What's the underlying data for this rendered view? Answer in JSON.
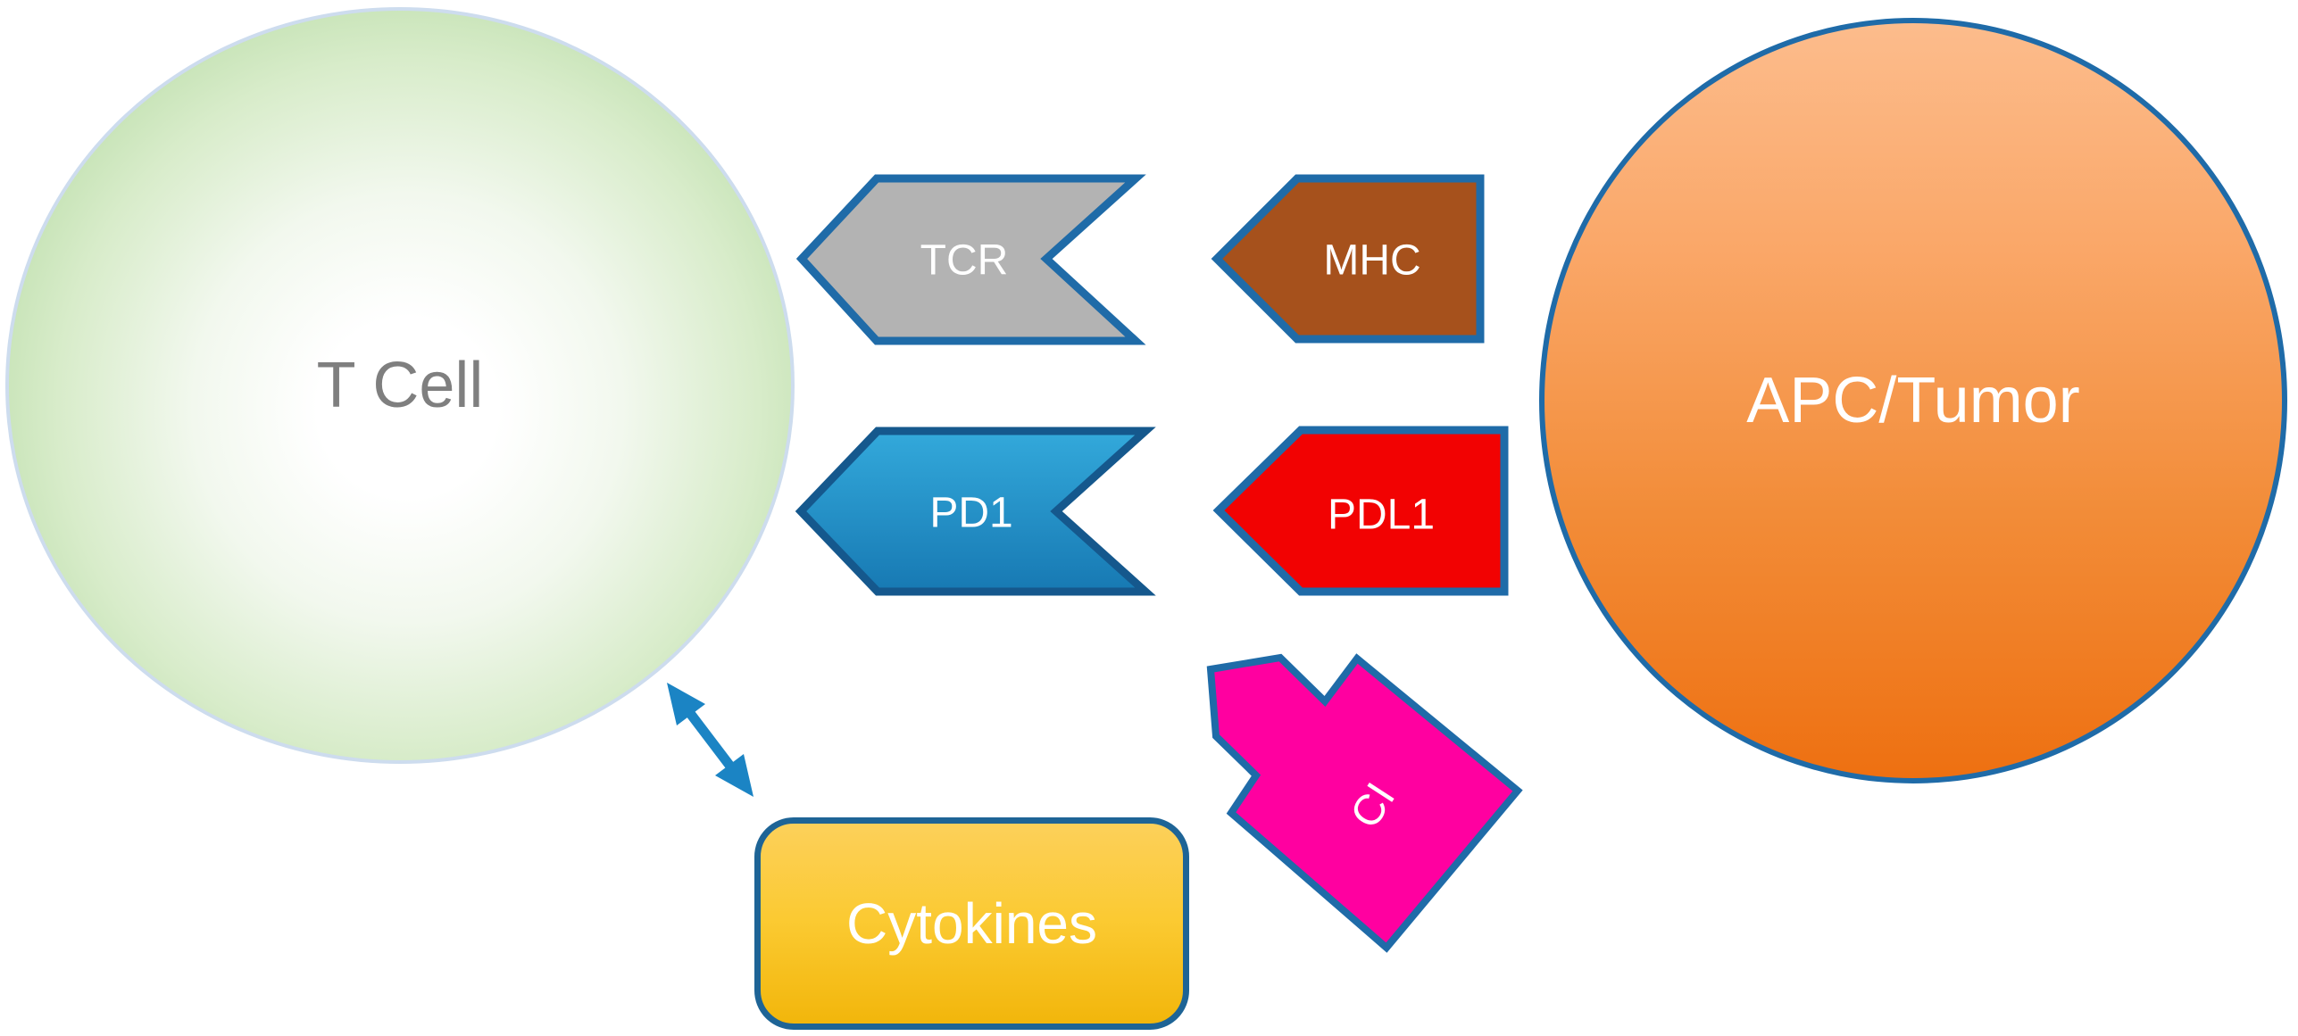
{
  "diagram": {
    "background": "#ffffff",
    "shape_border_color": "#1f6ba8",
    "nodes": {
      "t_cell": {
        "label": "T Cell",
        "shape": "circle",
        "fill_center": "#ffffff",
        "fill_edge": "#a8d598",
        "border_color": "#cddcee",
        "text_color": "#7f7f7f"
      },
      "apc_tumor": {
        "label": "APC/Tumor",
        "shape": "circle",
        "fill_top": "#fcbc8c",
        "fill_bottom": "#ee7011",
        "border_color": "#1f6ba8",
        "text_color": "#ffffff"
      },
      "tcr": {
        "label": "TCR",
        "shape": "chevron-arrow-left",
        "fill": "#b3b3b3",
        "text_color": "#ffffff"
      },
      "mhc": {
        "label": "MHC",
        "shape": "pentagon-arrow-left",
        "fill": "#a6511c",
        "text_color": "#ffffff"
      },
      "pd1": {
        "label": "PD1",
        "shape": "chevron-arrow-left",
        "fill_top": "#33a9db",
        "fill_bottom": "#1779b3",
        "text_color": "#ffffff"
      },
      "pdl1": {
        "label": "PDL1",
        "shape": "pentagon-arrow-left",
        "fill": "#f20202",
        "text_color": "#ffffff"
      },
      "ci": {
        "label": "CI",
        "shape": "rotated-notched-polygon",
        "fill": "#ff00a0",
        "text_color": "#ffffff"
      },
      "cytokines": {
        "label": "Cytokines",
        "shape": "rounded-rectangle",
        "fill_top": "#fcd05a",
        "fill_bottom": "#f2b60b",
        "border_color": "#1e6496",
        "text_color": "#ffffff"
      }
    },
    "connector": {
      "type": "double-headed-arrow",
      "color": "#1b84c4",
      "from": "t_cell",
      "to": "cytokines"
    }
  }
}
